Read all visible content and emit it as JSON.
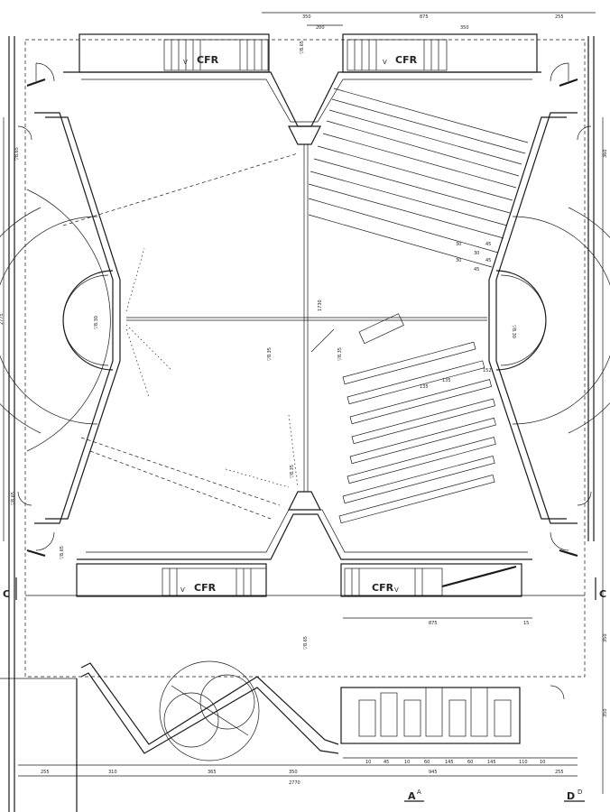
{
  "top_dimensions": [
    "350",
    "875",
    "255",
    "200",
    "350"
  ],
  "bottom_dimensions": [
    "255",
    "310",
    "365",
    "350",
    "2770",
    "945",
    "10",
    "45",
    "10",
    "60",
    "145",
    "60",
    "145",
    "110",
    "10",
    "255"
  ],
  "left_dimensions": [
    "2775"
  ],
  "right_dimensions": [
    "360",
    "350",
    "350"
  ],
  "stair_labels": [
    "CFR",
    "V",
    "CFR",
    "V",
    "CFR",
    "V",
    "CFR",
    "V"
  ],
  "level_marks": [
    "▽8.65",
    "▽8.65",
    "▽8.65",
    "▽8.65",
    "▽8.65",
    "▽8.30",
    "▽8.30",
    "▽8.35",
    "▽8.35",
    "▽8.35"
  ],
  "mid_dimensions": [
    "1730",
    "875",
    "15"
  ],
  "seat_dimensions": [
    "30",
    "45",
    "30",
    "45",
    "30",
    "45",
    "135",
    "135",
    "152"
  ],
  "section_markers": [
    "C",
    "C",
    "A",
    "A",
    "D",
    "D"
  ],
  "colors": {
    "ink": "#1a1a1a",
    "paper": "#ffffff"
  }
}
